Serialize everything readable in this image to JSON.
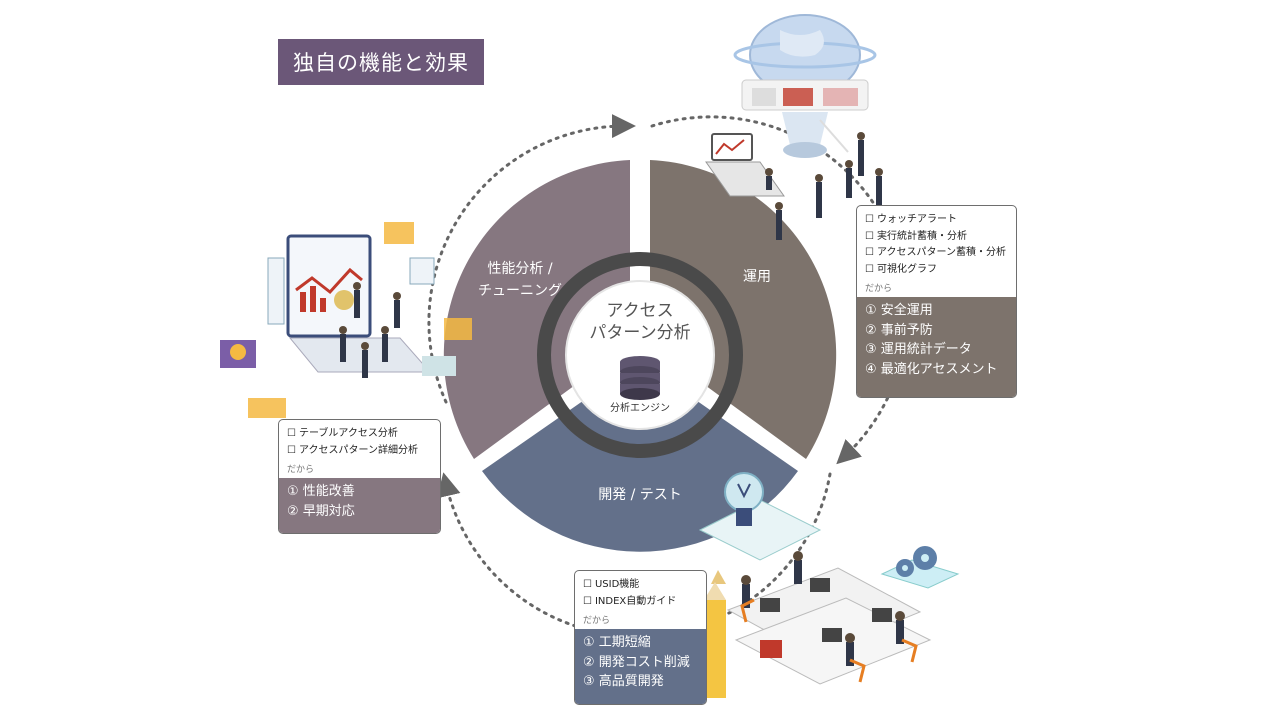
{
  "title": "独自の機能と効果",
  "wheel": {
    "segments": [
      {
        "label_lines": [
          "性能分析 /",
          "チューニング"
        ],
        "color": "#867780"
      },
      {
        "label_lines": [
          "運用"
        ],
        "color": "#7d736c"
      },
      {
        "label_lines": [
          "開発 / テスト"
        ],
        "color": "#63708a"
      }
    ],
    "center_lines": [
      "アクセス",
      "パターン分析"
    ],
    "engine_label": "分析エンジン"
  },
  "boxes": {
    "operation": {
      "checks": [
        "ウォッチアラート",
        "実行統計蓄積・分析",
        "アクセスパターン蓄積・分析",
        "可視化グラフ"
      ],
      "dakara": "だから",
      "results": [
        "① 安全運用",
        "② 事前予防",
        "③ 運用統計データ",
        "④ 最適化アセスメント"
      ],
      "color": "#7d736c"
    },
    "tuning": {
      "checks": [
        "テーブルアクセス分析",
        "アクセスパターン詳細分析"
      ],
      "dakara": "だから",
      "results": [
        "① 性能改善",
        "② 早期対応"
      ],
      "color": "#867780"
    },
    "dev": {
      "checks": [
        "USID機能",
        "INDEX自動ガイド"
      ],
      "dakara": "だから",
      "results": [
        "① 工期短縮",
        "② 開発コスト削減",
        "③ 高品質開発"
      ],
      "color": "#63708a"
    }
  },
  "colors": {
    "title_bg": "#6b5778",
    "ring_dark": "#4a4a4a",
    "dotted_arrow": "#666666"
  }
}
